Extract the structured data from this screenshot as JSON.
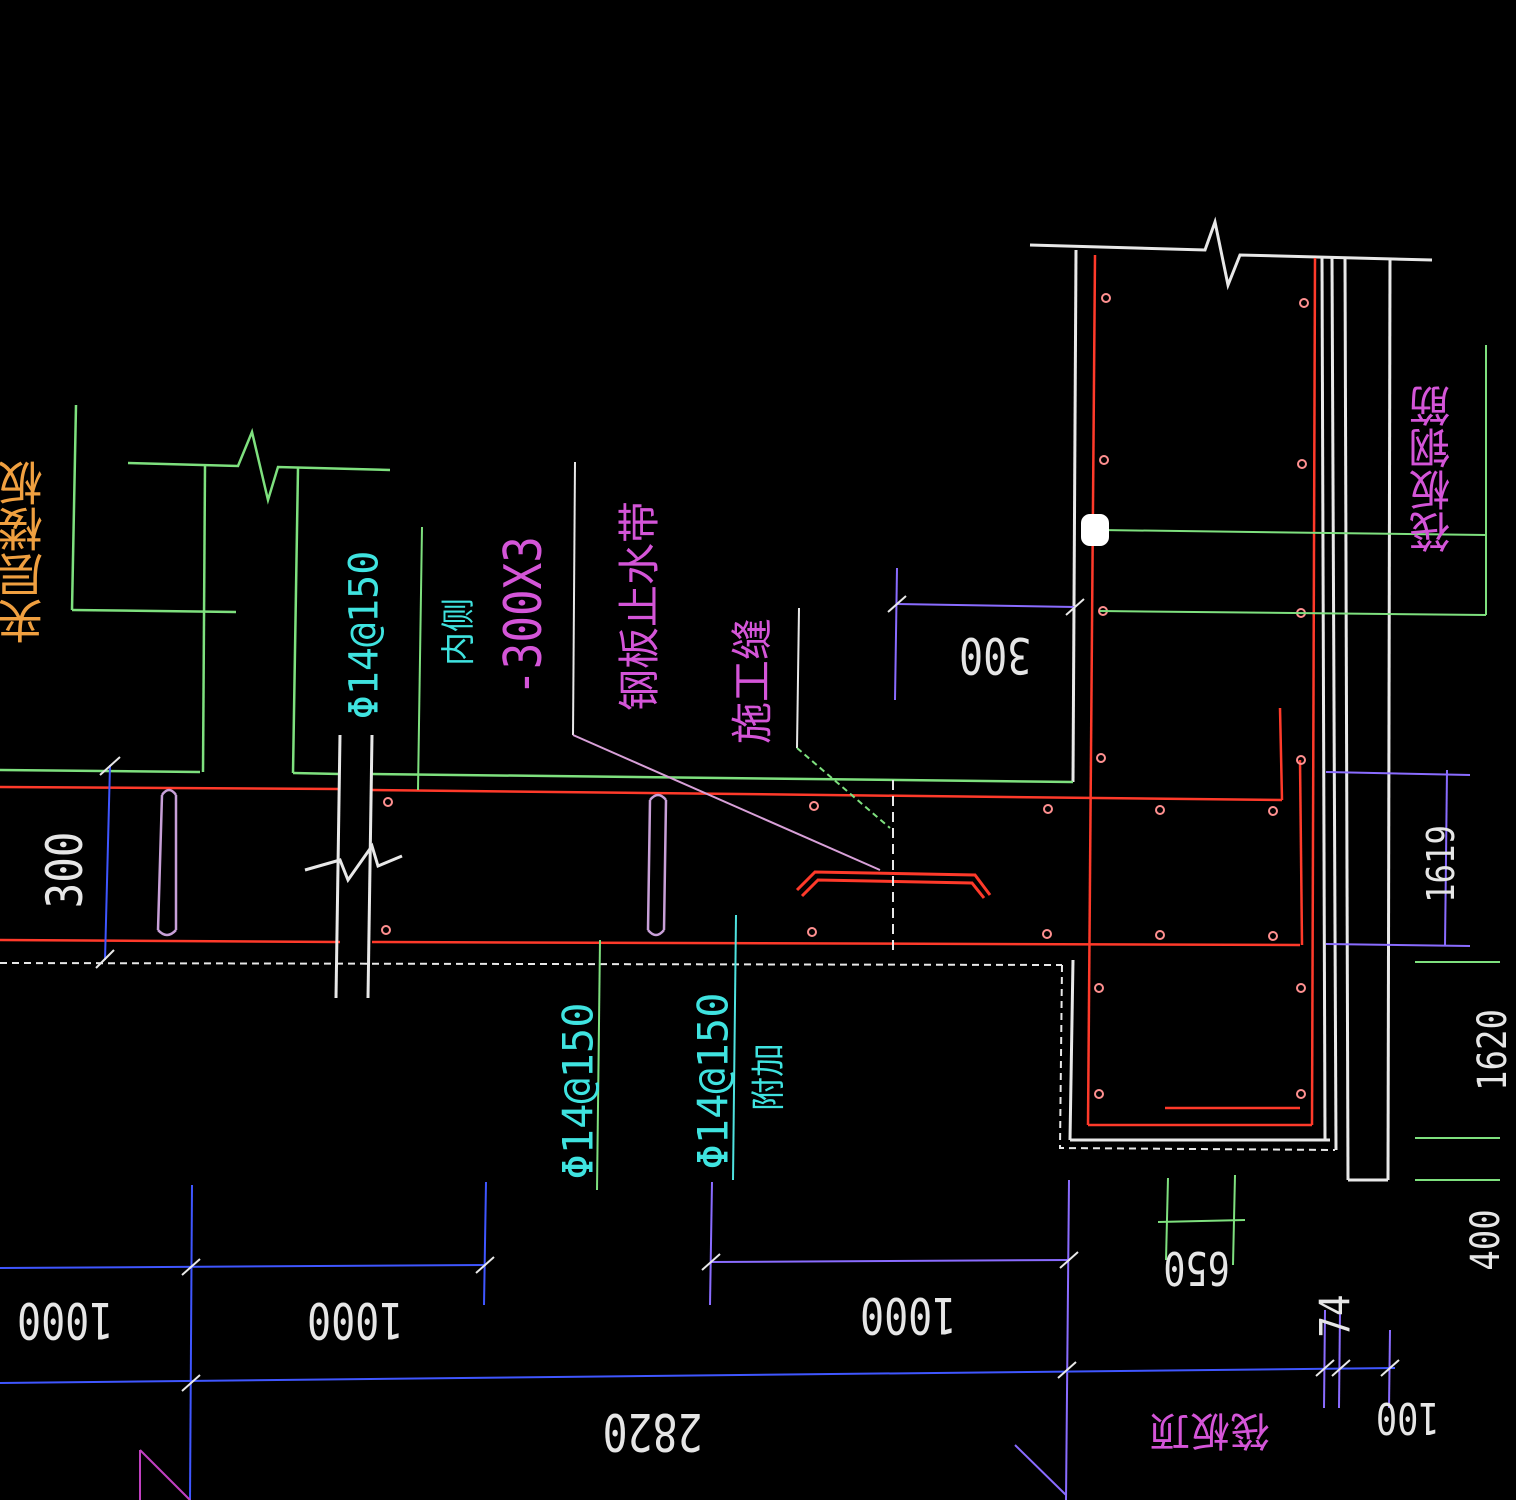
{
  "drawing": {
    "colors": {
      "background": "#000000",
      "outline": "#e8e8e8",
      "rebar": "#ff3a2a",
      "leader_green": "#7ee07e",
      "leader_cyan": "#4fe3e0",
      "dim_blue": "#3f56ff",
      "dim_purple": "#8a6cff",
      "text_cyan": "#3fe3e0",
      "text_magenta": "#d455d8",
      "text_orange": "#f0a040",
      "text_white": "#e6e6e6"
    },
    "labels": {
      "mezzanine_slab": "夹层楼板",
      "rebar_top": "Φ14@150",
      "rebar_top_note": "内侧",
      "steel_plate": "-300X3",
      "waterstop": "钢板止水带",
      "construction_joint": "施工缝",
      "rebar_bottom": "Φ14@150",
      "rebar_bottom_right": "Φ14@150",
      "rebar_bottom_right_note": "附加",
      "raft_rebar": "筏板钢筋",
      "raft_top": "筏板顶"
    },
    "dimensions": {
      "slab_thickness": "300",
      "joint_offset": "300",
      "d_1619": "1619",
      "d_1620": "1620",
      "d_400": "400",
      "d_650": "650",
      "d_74": "74",
      "d_100": "100",
      "d_2820": "2820",
      "d_1000_a": "1000",
      "d_1000_b": "1000",
      "d_1000_c": "1000"
    }
  }
}
